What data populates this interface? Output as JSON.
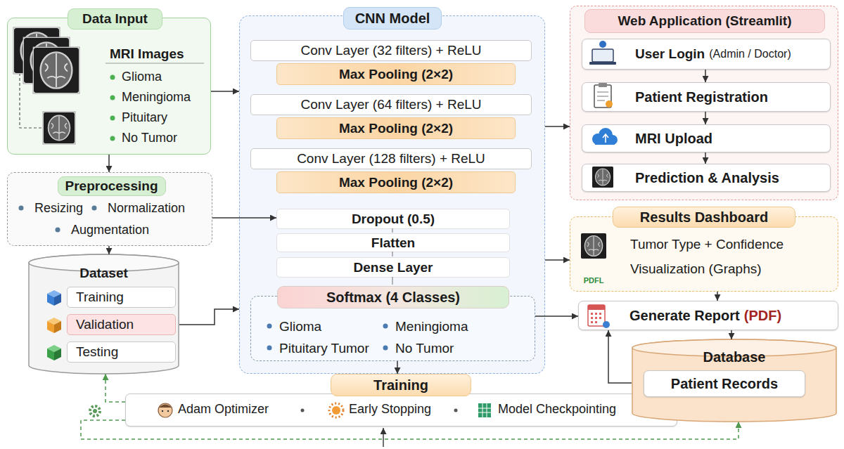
{
  "diagram": {
    "nodes": [
      {
        "text": [
          "Data Input",
          "MRI Images",
          "Glioma",
          "Meningioma",
          "Pituitary",
          "No Tumor"
        ]
      },
      {
        "text": [
          "Preprocessing",
          "Resizing",
          "Normalization",
          "Augmentation"
        ]
      },
      {
        "text": [
          "Dataset"
        ]
      },
      {
        "text": [
          "Training"
        ],
        "in": 2
      },
      {
        "text": [
          "Validation"
        ],
        "in": 2
      },
      {
        "text": [
          "Testing"
        ],
        "in": 2
      },
      {
        "text": [
          "CNN Model"
        ]
      },
      {
        "text": [
          "Conv Layer (32 filters) + ReLU"
        ],
        "in": 6
      },
      {
        "text": [
          "Max Pooling (2×2)"
        ],
        "in": 6
      },
      {
        "text": [
          "Conv Layer (64 filters) + ReLU"
        ],
        "in": 6
      },
      {
        "text": [
          "Max Pooling (2×2)"
        ],
        "in": 6
      },
      {
        "text": [
          "Conv Layer (128 filters) + ReLU"
        ],
        "in": 6
      },
      {
        "text": [
          "Max Pooling (2×2)"
        ],
        "in": 6
      },
      {
        "text": [
          "Dropout (0.5)"
        ],
        "in": 6
      },
      {
        "text": [
          "Flatten"
        ],
        "in": 6
      },
      {
        "text": [
          "Dense Layer"
        ],
        "in": 6
      },
      {
        "text": [
          "Softmax (4 Classes)",
          "Glioma",
          "Meningioma",
          "Pituitary Tumor",
          "No Tumor"
        ],
        "in": 6
      },
      {
        "text": [
          "Training",
          "Adam Optimizer",
          "Early Stopping",
          "Model Checkpointing"
        ]
      },
      {
        "text": [
          "Web Application (Streamlit)"
        ]
      },
      {
        "text": [
          "User Login",
          "(Admin / Doctor)"
        ],
        "in": 18
      },
      {
        "text": [
          "Patient Registration"
        ],
        "in": 18
      },
      {
        "text": [
          "MRI Upload"
        ],
        "in": 18
      },
      {
        "text": [
          "Prediction & Analysis"
        ],
        "in": 18
      },
      {
        "text": [
          "Results Dashboard",
          "Tumor Type + Confidence",
          "Visualization (Graphs)"
        ]
      },
      {
        "text": [
          "Generate Report",
          "(PDF)"
        ]
      },
      {
        "text": [
          "Database"
        ]
      },
      {
        "text": [
          "Patient Records"
        ],
        "in": 25
      }
    ],
    "edges": [
      {
        "from": 0,
        "to": 6,
        "arrow": "to"
      },
      {
        "from": 0,
        "to": 1,
        "arrow": "to"
      },
      {
        "from": 1,
        "to": 2,
        "arrow": "to"
      },
      {
        "from": 1,
        "to": 13,
        "arrow": "to"
      },
      {
        "from": 2,
        "to": 6,
        "arrow": "to"
      },
      {
        "from": 17,
        "to": 2,
        "arrow": "to"
      },
      {
        "from": 6,
        "to": 18,
        "arrow": "to"
      },
      {
        "from": 6,
        "to": 23,
        "arrow": "to"
      },
      {
        "from": 16,
        "to": 24,
        "arrow": "to"
      },
      {
        "from": 16,
        "to": 17,
        "arrow": "to"
      },
      {
        "from": 19,
        "to": 20,
        "arrow": "to"
      },
      {
        "from": 20,
        "to": 21,
        "arrow": "to"
      },
      {
        "from": 21,
        "to": 22,
        "arrow": "to"
      },
      {
        "from": 23,
        "to": 24,
        "arrow": "to"
      },
      {
        "from": 24,
        "to": 25,
        "arrow": "to"
      },
      {
        "from": 25,
        "to": 24,
        "arrow": "to"
      },
      {
        "from": 17,
        "to": 25,
        "arrow": "to"
      }
    ],
    "labels": [
      "PDFL"
    ]
  }
}
